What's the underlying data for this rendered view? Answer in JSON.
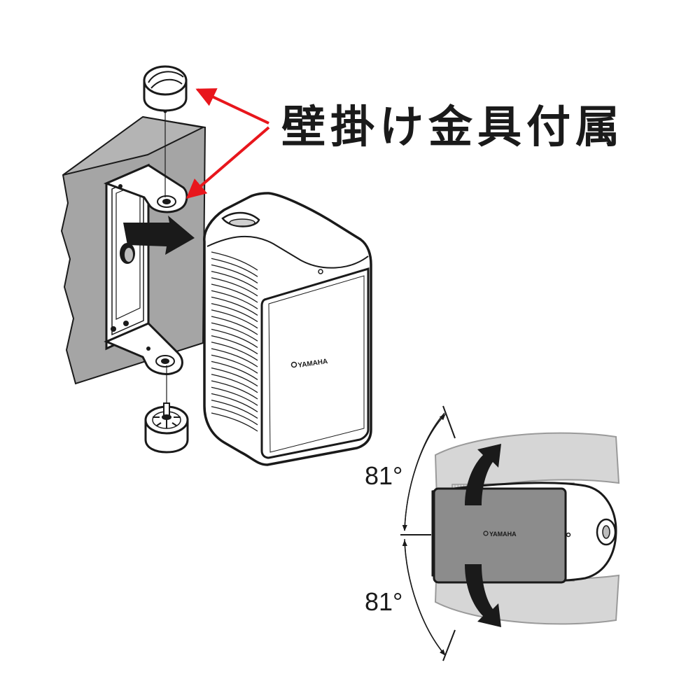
{
  "headline": "壁掛け金具付属",
  "brand": "YAMAHA",
  "angles": {
    "up": "81°",
    "down": "81°"
  },
  "colors": {
    "callout": "#e8161c",
    "wall": "#a5a5a5",
    "speaker": "#ffffff",
    "grille": "#8c8c8c",
    "outline": "#1a1a1a"
  }
}
